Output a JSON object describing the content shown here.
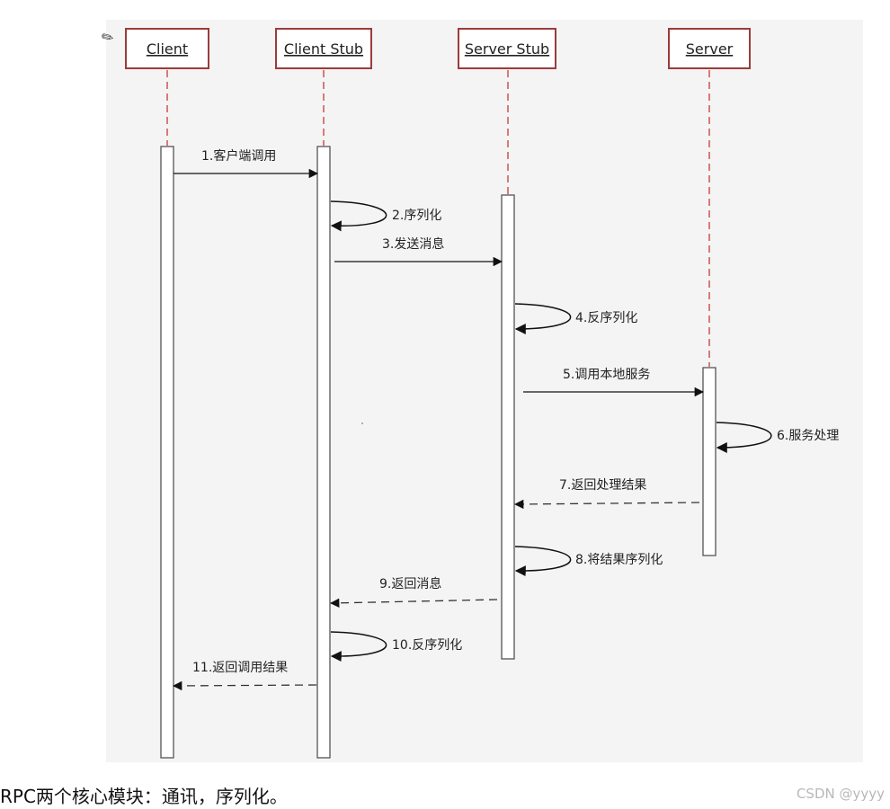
{
  "participants": [
    {
      "id": "client",
      "label": "Client"
    },
    {
      "id": "client_stub",
      "label": "Client Stub"
    },
    {
      "id": "server_stub",
      "label": "Server Stub"
    },
    {
      "id": "server",
      "label": "Server"
    }
  ],
  "messages": [
    {
      "step": 1,
      "label": "1.客户端调用",
      "from": "client",
      "to": "client_stub",
      "style": "solid"
    },
    {
      "step": 2,
      "label": "2.序列化",
      "from": "client_stub",
      "to": "client_stub",
      "style": "self"
    },
    {
      "step": 3,
      "label": "3.发送消息",
      "from": "client_stub",
      "to": "server_stub",
      "style": "solid"
    },
    {
      "step": 4,
      "label": "4.反序列化",
      "from": "server_stub",
      "to": "server_stub",
      "style": "self"
    },
    {
      "step": 5,
      "label": "5.调用本地服务",
      "from": "server_stub",
      "to": "server",
      "style": "solid"
    },
    {
      "step": 6,
      "label": "6.服务处理",
      "from": "server",
      "to": "server",
      "style": "self"
    },
    {
      "step": 7,
      "label": "7.返回处理结果",
      "from": "server",
      "to": "server_stub",
      "style": "dashed"
    },
    {
      "step": 8,
      "label": "8.将结果序列化",
      "from": "server_stub",
      "to": "server_stub",
      "style": "self"
    },
    {
      "step": 9,
      "label": "9.返回消息",
      "from": "server_stub",
      "to": "client_stub",
      "style": "dashed"
    },
    {
      "step": 10,
      "label": "10.反序列化",
      "from": "client_stub",
      "to": "client_stub",
      "style": "self"
    },
    {
      "step": 11,
      "label": "11.返回调用结果",
      "from": "client_stub",
      "to": "client",
      "style": "dashed"
    }
  ],
  "caption": "RPC两个核心模块：通讯，序列化。",
  "watermark": "CSDN @yyyy",
  "colors": {
    "box_border": "#9c3b3b",
    "lifeline": "#c63a3a",
    "background": "#f4f4f4"
  }
}
